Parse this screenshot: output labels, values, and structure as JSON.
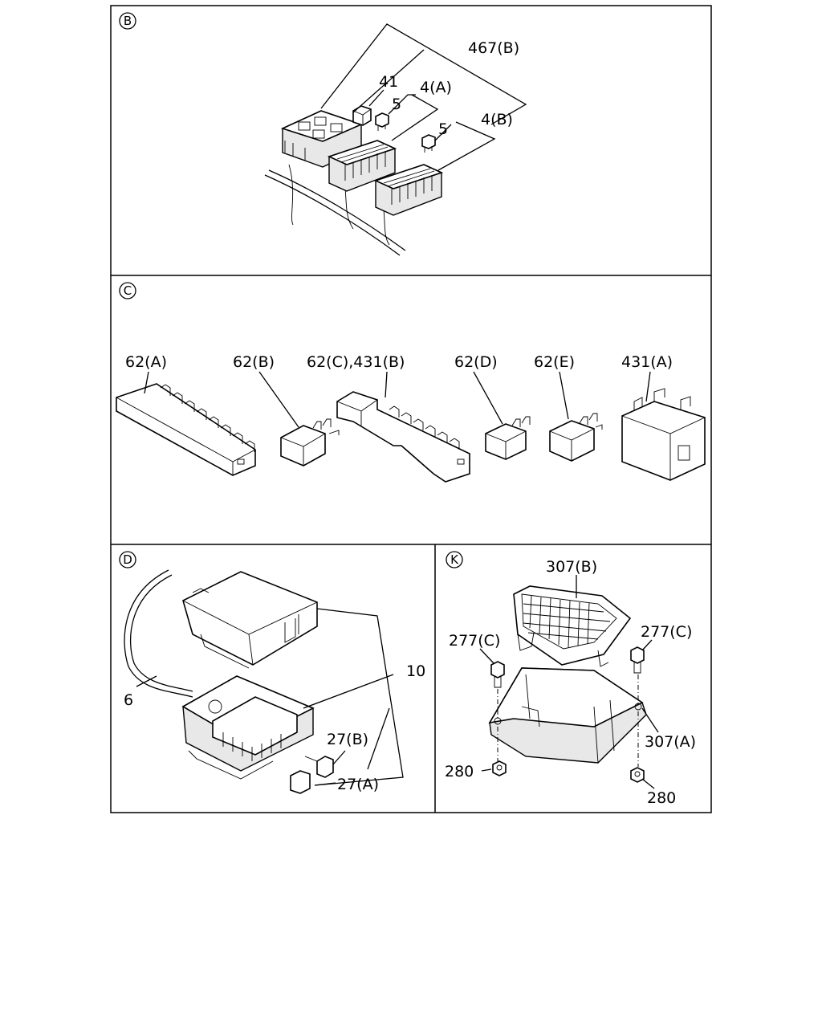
{
  "panels": {
    "B": {
      "badge": "B",
      "labels": {
        "l467b": "467(B)",
        "l41": "41",
        "l4a": "4(A)",
        "l5a": "5",
        "l5b": "5",
        "l4b": "4(B)"
      }
    },
    "C": {
      "badge": "C",
      "labels": {
        "l62a": "62(A)",
        "l62b": "62(B)",
        "l62c": "62(C),431(B)",
        "l62d": "62(D)",
        "l62e": "62(E)",
        "l431a": "431(A)"
      }
    },
    "D": {
      "badge": "D",
      "labels": {
        "l10": "10",
        "l6": "6",
        "l27b": "27(B)",
        "l27a": "27(A)"
      }
    },
    "K": {
      "badge": "K",
      "labels": {
        "l307b": "307(B)",
        "l277c_left": "277(C)",
        "l277c_right": "277(C)",
        "l307a": "307(A)",
        "l280_left": "280",
        "l280_right": "280"
      }
    }
  }
}
